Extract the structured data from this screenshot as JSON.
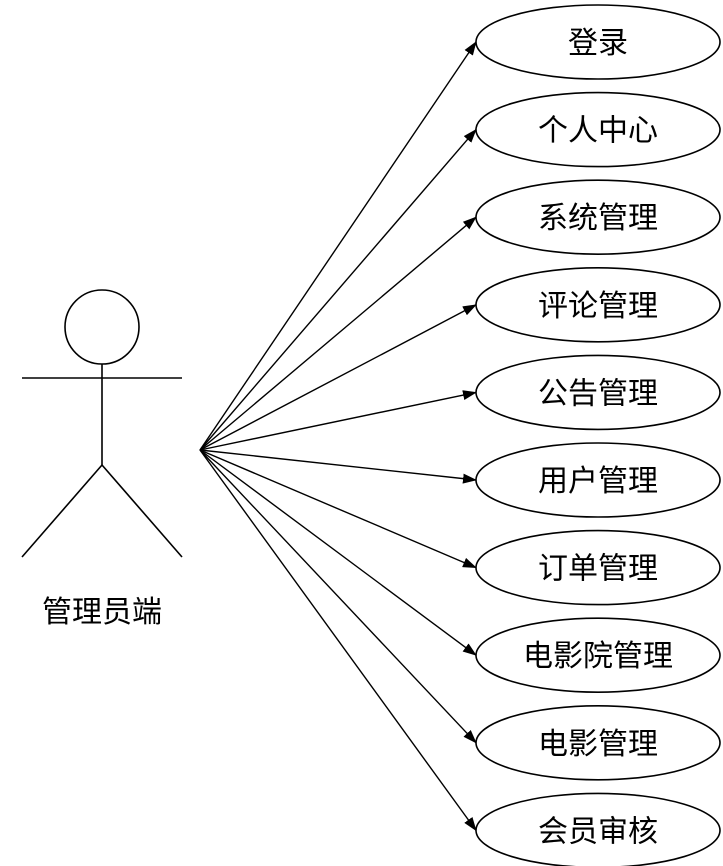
{
  "actor": {
    "label": "管理员端",
    "icon": "stick-figure-actor-icon"
  },
  "use_cases": [
    {
      "label": "登录"
    },
    {
      "label": "个人中心"
    },
    {
      "label": "系统管理"
    },
    {
      "label": "评论管理"
    },
    {
      "label": "公告管理"
    },
    {
      "label": "用户管理"
    },
    {
      "label": "订单管理"
    },
    {
      "label": "电影院管理"
    },
    {
      "label": "电影管理"
    },
    {
      "label": "会员审核"
    }
  ],
  "colors": {
    "line": "#000000",
    "background": "#ffffff"
  }
}
